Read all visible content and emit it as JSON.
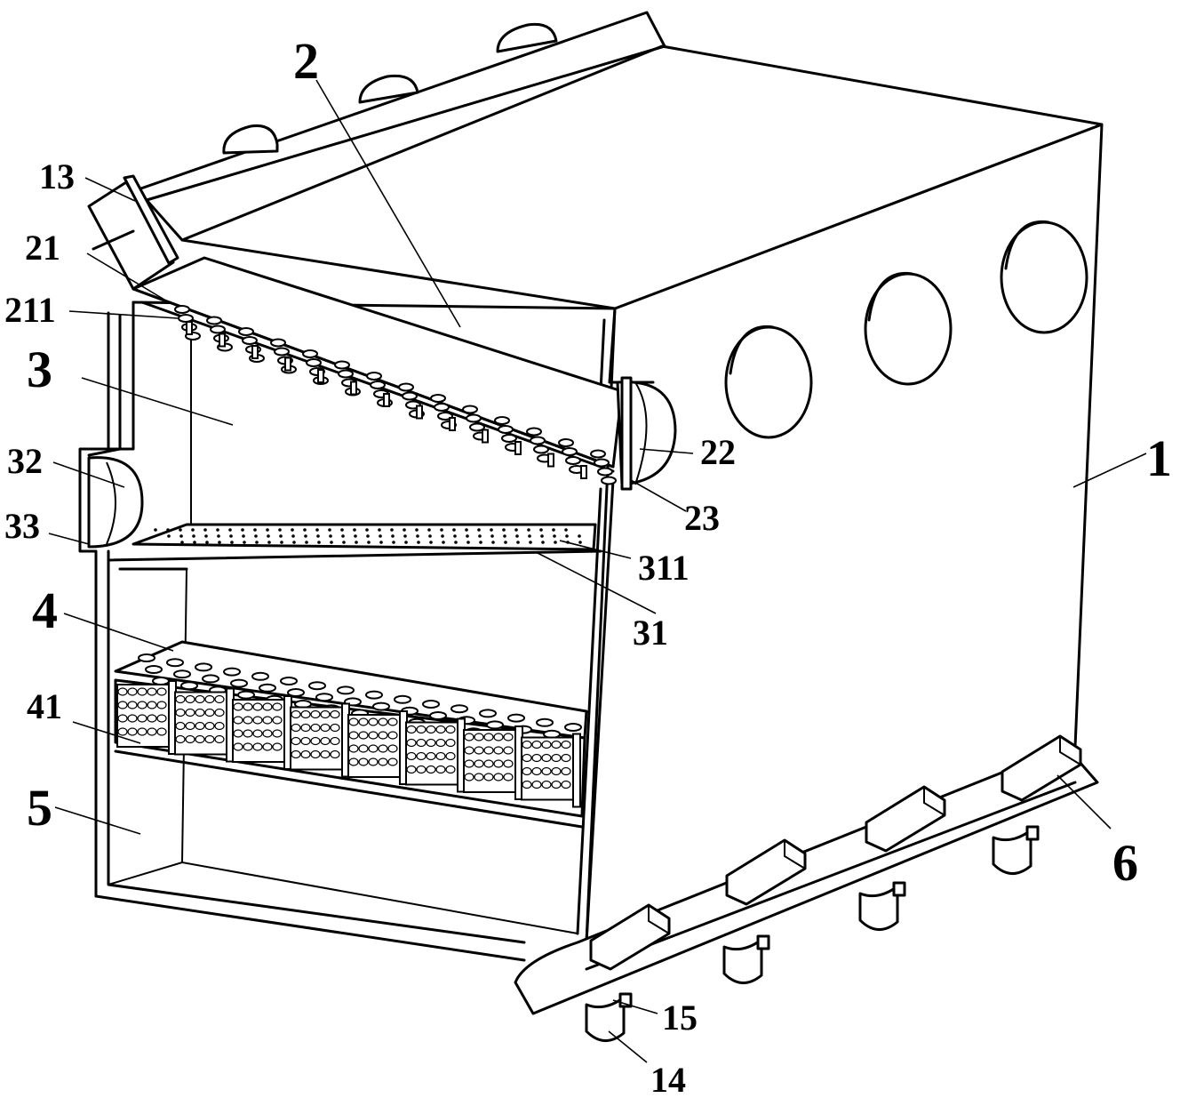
{
  "labels": {
    "l1": "1",
    "l2": "2",
    "l3": "3",
    "l4": "4",
    "l5": "5",
    "l6": "6",
    "l13": "13",
    "l14": "14",
    "l15": "15",
    "l21": "21",
    "l22": "22",
    "l23": "23",
    "l31": "31",
    "l32": "32",
    "l33": "33",
    "l41": "41",
    "l211": "211",
    "l311": "311"
  }
}
